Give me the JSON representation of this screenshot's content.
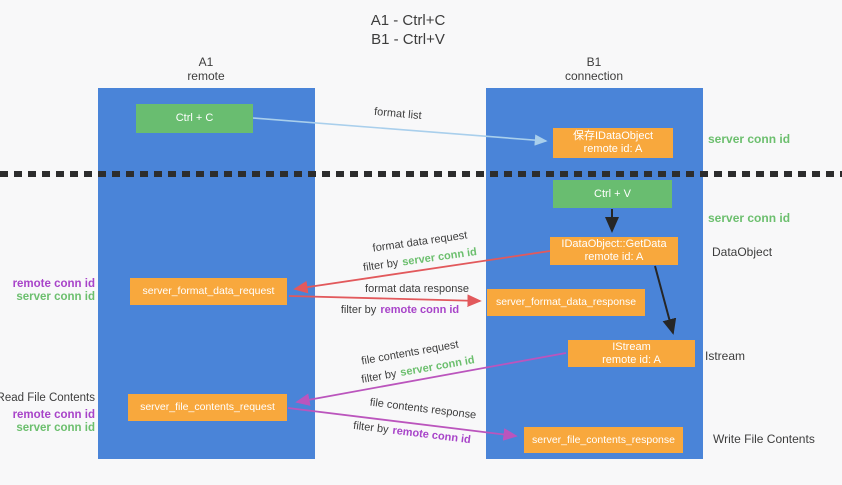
{
  "title": {
    "line1": "A1 - Ctrl+C",
    "line2": "B1 - Ctrl+V"
  },
  "lanes": {
    "left": {
      "title": "A1",
      "subtitle": "remote"
    },
    "right": {
      "title": "B1",
      "subtitle": "connection"
    }
  },
  "nodes": {
    "ctrl_c": {
      "label": "Ctrl + C"
    },
    "ctrl_v": {
      "label": "Ctrl + V"
    },
    "save_dataobject": {
      "line1": "保存IDataObject",
      "line2": "remote id: A"
    },
    "getdata": {
      "line1": "IDataObject::GetData",
      "line2": "remote id: A"
    },
    "istream": {
      "line1": "IStream",
      "line2": "remote id: A"
    },
    "server_format_data_request": {
      "label": "server_format_data_request"
    },
    "server_format_data_response": {
      "label": "server_format_data_response"
    },
    "server_file_contents_request": {
      "label": "server_file_contents_request"
    },
    "server_file_contents_response": {
      "label": "server_file_contents_response"
    }
  },
  "edge_labels": {
    "format_list": "format list",
    "format_data_request": {
      "line1": "format data request",
      "filter_prefix": "filter by",
      "filter_id": "server conn id"
    },
    "format_data_response": {
      "line1": "format data response",
      "filter_prefix": "filter by",
      "filter_id": "remote conn id"
    },
    "file_contents_request": {
      "line1": "file contents request",
      "filter_prefix": "filter by",
      "filter_id": "server conn id"
    },
    "file_contents_response": {
      "line1": "file contents response",
      "filter_prefix": "filter by",
      "filter_id": "remote conn id"
    }
  },
  "side_labels": {
    "right_server_conn_id_top": "server conn id",
    "right_server_conn_id_mid": "server conn id",
    "right_dataobject": "DataObject",
    "right_istream": "Istream",
    "right_write_file_contents": "Write File Contents",
    "left_remote_conn_id_1": "remote conn id",
    "left_server_conn_id_1": "server conn id",
    "left_read_file_contents": "Read File Contents",
    "left_remote_conn_id_2": "remote conn id",
    "left_server_conn_id_2": "server conn id"
  },
  "colors": {
    "background": "#f8f8f9",
    "column_blue": "#4a84d8",
    "node_green": "#69bd70",
    "node_orange": "#f8a83d",
    "arrow_light_blue": "#a9cfec",
    "arrow_red": "#e2595c",
    "arrow_magenta": "#bb55bd",
    "arrow_black": "#262626",
    "id_green": "#6cbf6e",
    "id_purple": "#a844c9",
    "text_dark": "#3d3d3d",
    "dash_dark": "#2d2d2d"
  }
}
